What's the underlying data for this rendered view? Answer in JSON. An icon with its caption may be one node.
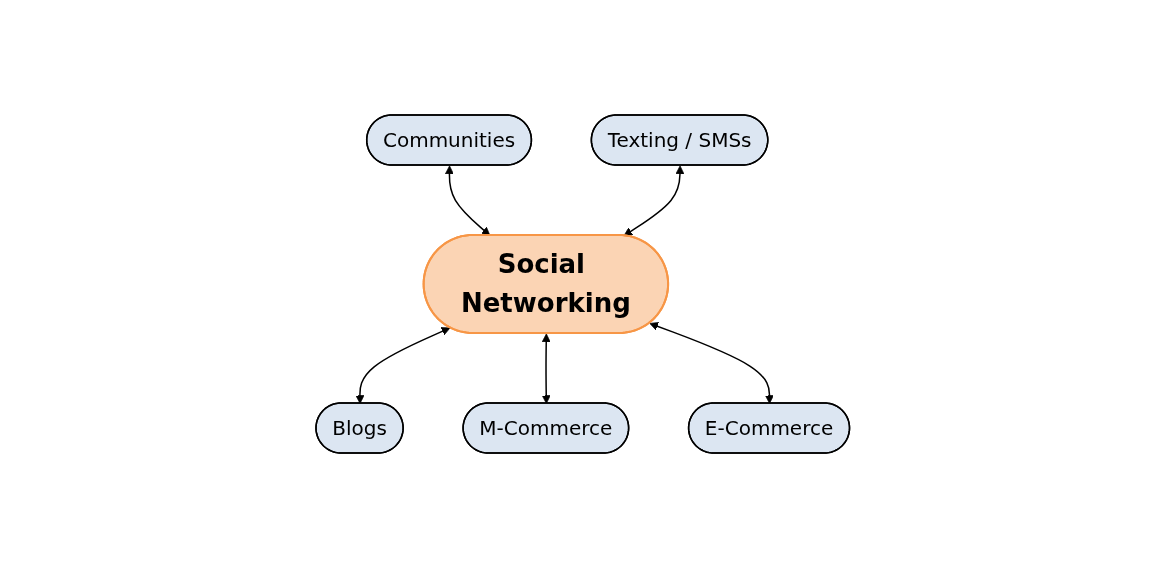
{
  "diagram": {
    "nodes": [
      {
        "text": [
          "Communities"
        ]
      },
      {
        "text": [
          "Texting / SMSs"
        ]
      },
      {
        "text": [
          "Social Networking"
        ]
      },
      {
        "text": [
          "Blogs"
        ]
      },
      {
        "text": [
          "E-Commerce"
        ]
      },
      {
        "text": [
          "M-Commerce"
        ]
      }
    ],
    "edges": [
      {
        "from": 0,
        "to": 2,
        "arrow": "both"
      },
      {
        "from": 1,
        "to": 2,
        "arrow": "both"
      },
      {
        "from": 2,
        "to": 3,
        "arrow": "both"
      },
      {
        "from": 2,
        "to": 5,
        "arrow": "both"
      },
      {
        "from": 2,
        "to": 4,
        "arrow": "both"
      }
    ]
  }
}
